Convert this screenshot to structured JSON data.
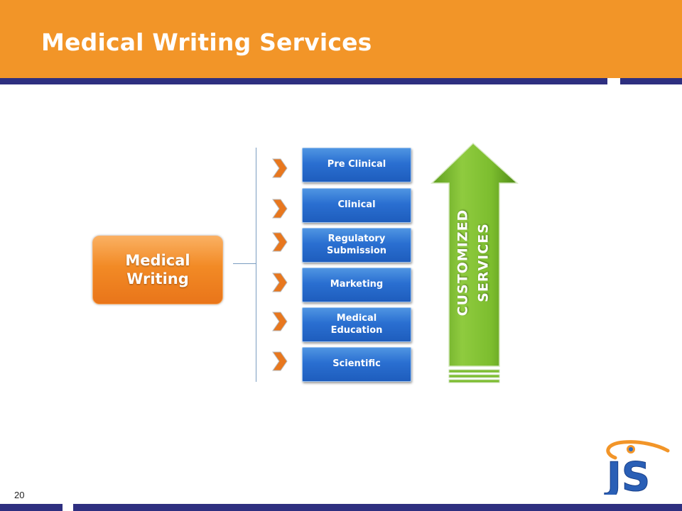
{
  "title": "Medical Writing Services",
  "root": {
    "label_line1": "Medical",
    "label_line2": "Writing"
  },
  "services": [
    {
      "line1": "Pre Clinical",
      "line2": ""
    },
    {
      "line1": "Clinical",
      "line2": ""
    },
    {
      "line1": "Regulatory",
      "line2": "Submission"
    },
    {
      "line1": "Marketing",
      "line2": ""
    },
    {
      "line1": "Medical",
      "line2": "Education"
    },
    {
      "line1": "Scientific",
      "line2": ""
    }
  ],
  "arrow": {
    "line1": "CUSTOMIZED",
    "line2": "SERVICES"
  },
  "page_number": "20",
  "colors": {
    "header": "#f29528",
    "bar": "#2e2f80",
    "root_box": "#f28a25",
    "service_box": "#2a6fd1",
    "chevron": "#e8771e",
    "arrow": "#7cbd2e"
  },
  "logo": {
    "text": "JS",
    "icon": "js-logo"
  }
}
